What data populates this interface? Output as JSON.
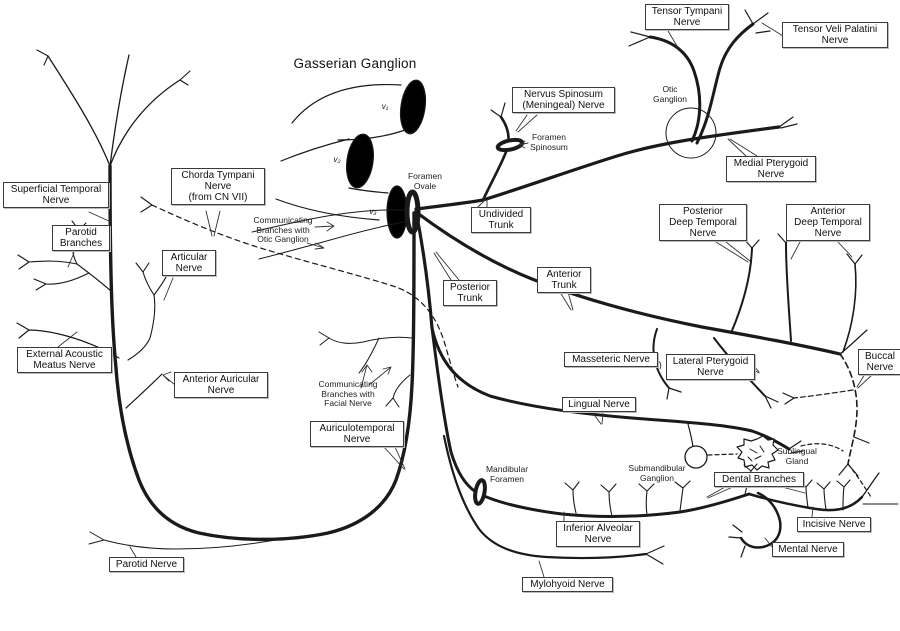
{
  "diagram": {
    "title": "Gasserian Ganglion",
    "ink_color": "#1a1a1a",
    "background": "#ffffff"
  },
  "boxed_labels": {
    "tensor_tympani": "Tensor Tympani\nNerve",
    "tensor_veli_palatini": "Tensor Veli Palatini\nNerve",
    "nervus_spinosum": "Nervus Spinosum\n(Meningeal) Nerve",
    "medial_pterygoid": "Medial Pterygoid\nNerve",
    "undivided_trunk": "Undivided\nTrunk",
    "superficial_temporal": "Superficial Temporal\nNerve",
    "parotid_branches": "Parotid\nBranches",
    "chorda_tympani": "Chorda Tympani\nNerve\n(from CN VII)",
    "articular": "Articular\nNerve",
    "external_acoustic_meatus": "External Acoustic\nMeatus Nerve",
    "anterior_auricular": "Anterior Auricular\nNerve",
    "posterior_trunk": "Posterior\nTrunk",
    "anterior_trunk": "Anterior\nTrunk",
    "auriculotemporal": "Auriculotemporal\nNerve",
    "masseteric": "Masseteric Nerve",
    "lateral_pterygoid": "Lateral Pterygoid\nNerve",
    "buccal": "Buccal\nNerve",
    "posterior_deep_temporal": "Posterior\nDeep Temporal\nNerve",
    "anterior_deep_temporal": "Anterior\nDeep Temporal\nNerve",
    "lingual": "Lingual Nerve",
    "dental_branches": "Dental Branches",
    "incisive": "Incisive Nerve",
    "mental": "Mental Nerve",
    "inferior_alveolar": "Inferior Alveolar\nNerve",
    "mylohyoid": "Mylohyoid Nerve",
    "parotid_nerve": "Parotid Nerve"
  },
  "plain_labels": {
    "otic_ganglion": "Otic\nGanglion",
    "foramen_spinosum": "Foramen\nSpinosum",
    "foramen_ovale": "Foramen\nOvale",
    "communicating_otic": "Communicating\nBranches with\nOtic Ganglion",
    "communicating_facial": "Communicating\nBranches with\nFacial Nerve",
    "submandibular_ganglion": "Submandibular\nGanglion",
    "sublingual_gland": "Sublingual\nGland",
    "mandibular_foramen": "Mandibular\nForamen",
    "v1": "v₁",
    "v2": "v₂",
    "v3": "v₃"
  }
}
